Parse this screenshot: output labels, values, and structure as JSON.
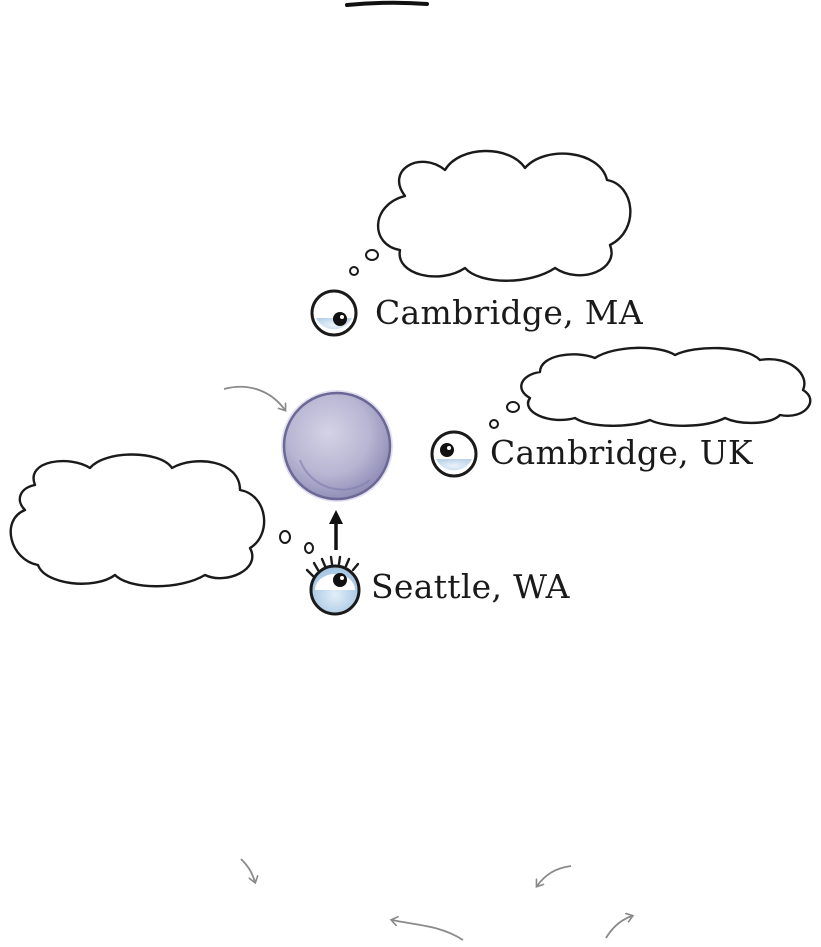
{
  "locations": {
    "cambridge_ma": {
      "label": "Cambridge, MA"
    },
    "cambridge_uk": {
      "label": "Cambridge, UK"
    },
    "seattle_wa": {
      "label": "Seattle, WA"
    }
  },
  "colors": {
    "ink": "#1a1a1a",
    "pointer_arrow": "#8a8a8a",
    "ball_fill": "#b9b7d3",
    "ball_edge": "#6b6896",
    "eye_iris": "#b8d3ea"
  },
  "icons": [
    "thought-cloud-icon",
    "eye-icon",
    "eye-with-lashes-icon",
    "ball-icon",
    "arrow-icon"
  ]
}
